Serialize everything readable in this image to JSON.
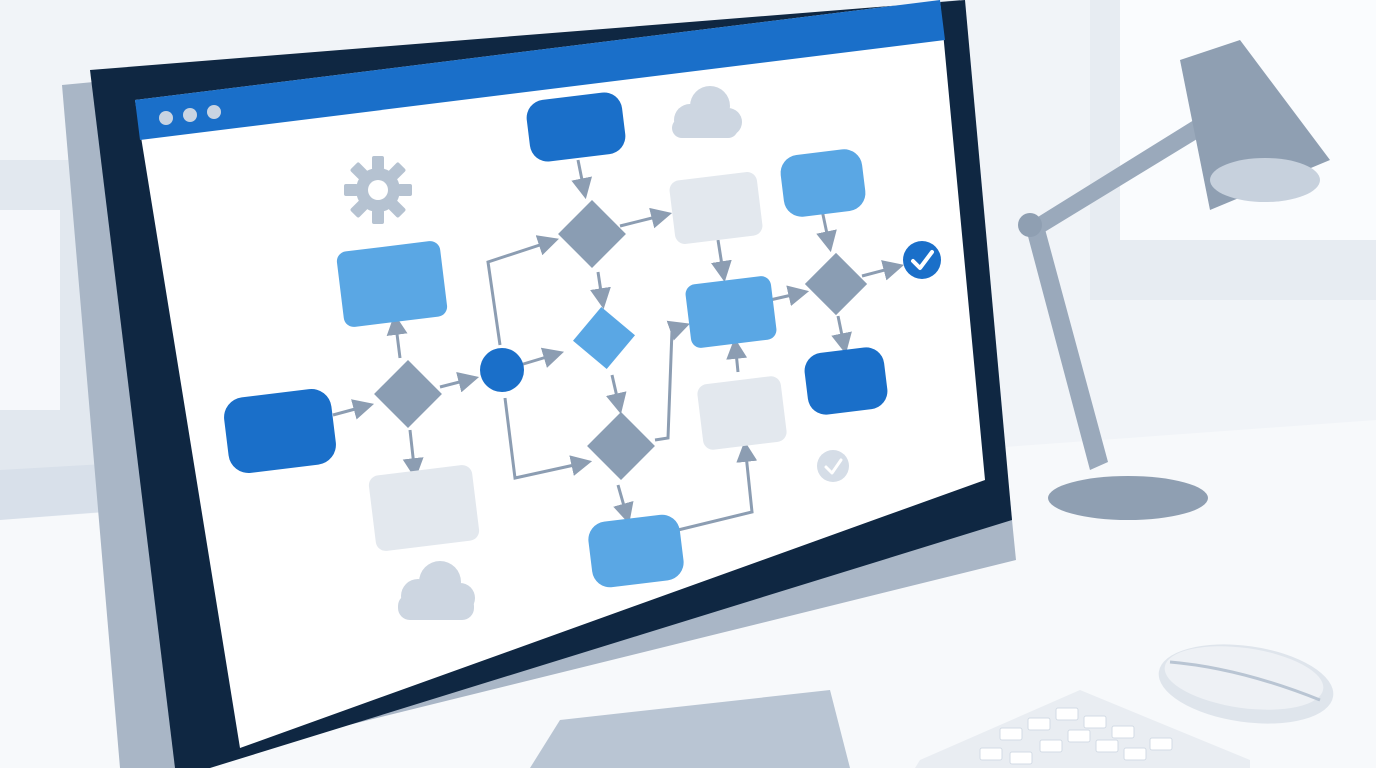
{
  "scene": {
    "description_free": true
  },
  "colors": {
    "background": "#f1f4f8",
    "wall_panel": "#e4e9f0",
    "window_glow": "#fafcfe",
    "desk": "#f7f9fb",
    "monitor_body": "#a9b6c6",
    "monitor_bezel": "#0f2742",
    "screen": "#ffffff",
    "title_bar": "#1a6fc9",
    "window_dot": "#c9d4e2",
    "node_dark_blue": "#1a6fc9",
    "node_light_blue": "#5aa7e4",
    "node_gray": "#e3e8ee",
    "node_diamond": "#8a9db3",
    "connector": "#8c9db2",
    "icon_gray": "#b5c2d1",
    "lamp": "#8f9fb2",
    "keyboard": "#e9edf2",
    "mouse": "#e6ebf1"
  },
  "icons": {
    "window_controls": [
      "window-dot-icon",
      "window-dot-icon",
      "window-dot-icon"
    ],
    "gear": "gear-icon",
    "clouds": [
      "cloud-icon",
      "cloud-icon"
    ],
    "checks": [
      "check-circle-icon",
      "check-circle-icon"
    ]
  },
  "flowchart": {
    "rectangles": [
      {
        "id": "start",
        "style": "dark_blue"
      },
      {
        "id": "top-left",
        "style": "light_blue"
      },
      {
        "id": "bottom-left",
        "style": "gray"
      },
      {
        "id": "top-center",
        "style": "dark_blue"
      },
      {
        "id": "upper-mid",
        "style": "gray"
      },
      {
        "id": "mid-right",
        "style": "light_blue"
      },
      {
        "id": "lower-mid",
        "style": "gray"
      },
      {
        "id": "bottom-center",
        "style": "light_blue"
      },
      {
        "id": "upper-right",
        "style": "light_blue"
      },
      {
        "id": "lower-right",
        "style": "dark_blue"
      }
    ],
    "diamonds": [
      "diamond-left",
      "diamond-top",
      "diamond-blue",
      "diamond-bottom",
      "diamond-right"
    ],
    "circles": [
      "hub-circle"
    ]
  }
}
